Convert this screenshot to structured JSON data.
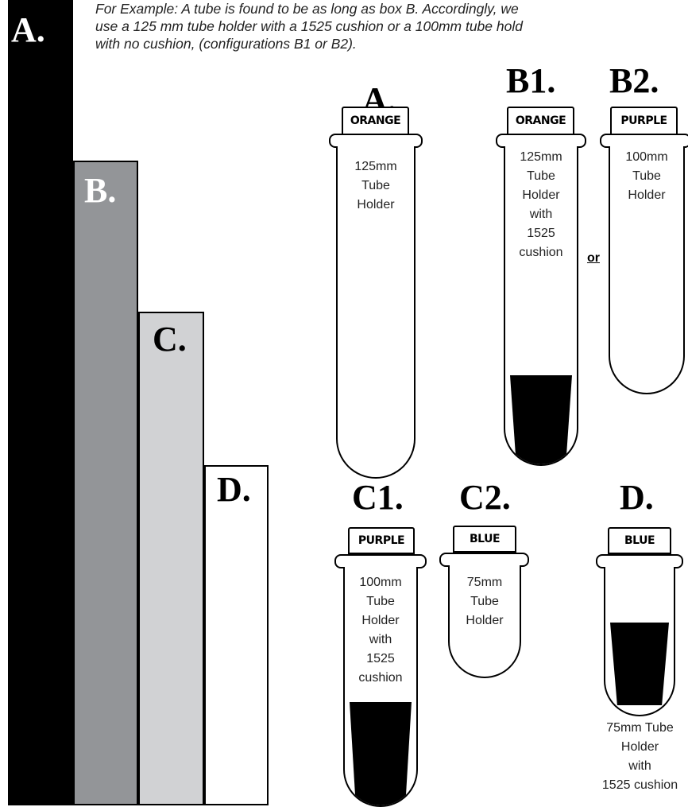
{
  "bars": {
    "a": {
      "label": "A.",
      "color": "#000000",
      "label_color": "#ffffff"
    },
    "b": {
      "label": "B.",
      "color": "#939598",
      "label_color": "#ffffff"
    },
    "c": {
      "label": "C.",
      "color": "#d1d2d4",
      "label_color": "#000000"
    },
    "d": {
      "label": "D.",
      "color": "#ffffff",
      "label_color": "#000000"
    }
  },
  "instructions": {
    "line1": "For Example: A tube is found to be as long as box B.  Accordingly, we",
    "line2": "use a 125 mm tube holder with a 1525 cushion or a 100mm tube hold",
    "line3": "with no cushion, (configurations B1 or B2)."
  },
  "configs": {
    "a": {
      "label": "A.",
      "cap": "ORANGE",
      "text": [
        "125mm",
        "Tube",
        "Holder"
      ]
    },
    "b1": {
      "label": "B1.",
      "cap": "ORANGE",
      "text": [
        "125mm",
        "Tube",
        "Holder",
        "with",
        "1525",
        "cushion"
      ]
    },
    "b2": {
      "label": "B2.",
      "cap": "PURPLE",
      "text": [
        "100mm",
        "Tube",
        "Holder"
      ]
    },
    "c1": {
      "label": "C1.",
      "cap": "PURPLE",
      "text": [
        "100mm",
        "Tube",
        "Holder",
        "with",
        "1525",
        "cushion"
      ]
    },
    "c2": {
      "label": "C2.",
      "cap": "BLUE",
      "text": [
        "75mm",
        "Tube",
        "Holder"
      ]
    },
    "d": {
      "label": "D.",
      "cap": "BLUE",
      "text": [
        "75mm Tube",
        "Holder",
        "with",
        "1525 cushion"
      ]
    }
  },
  "or_word": "or",
  "icons": {
    "cushion": "black-cushion-block",
    "tube": "tube-holder-icon"
  }
}
